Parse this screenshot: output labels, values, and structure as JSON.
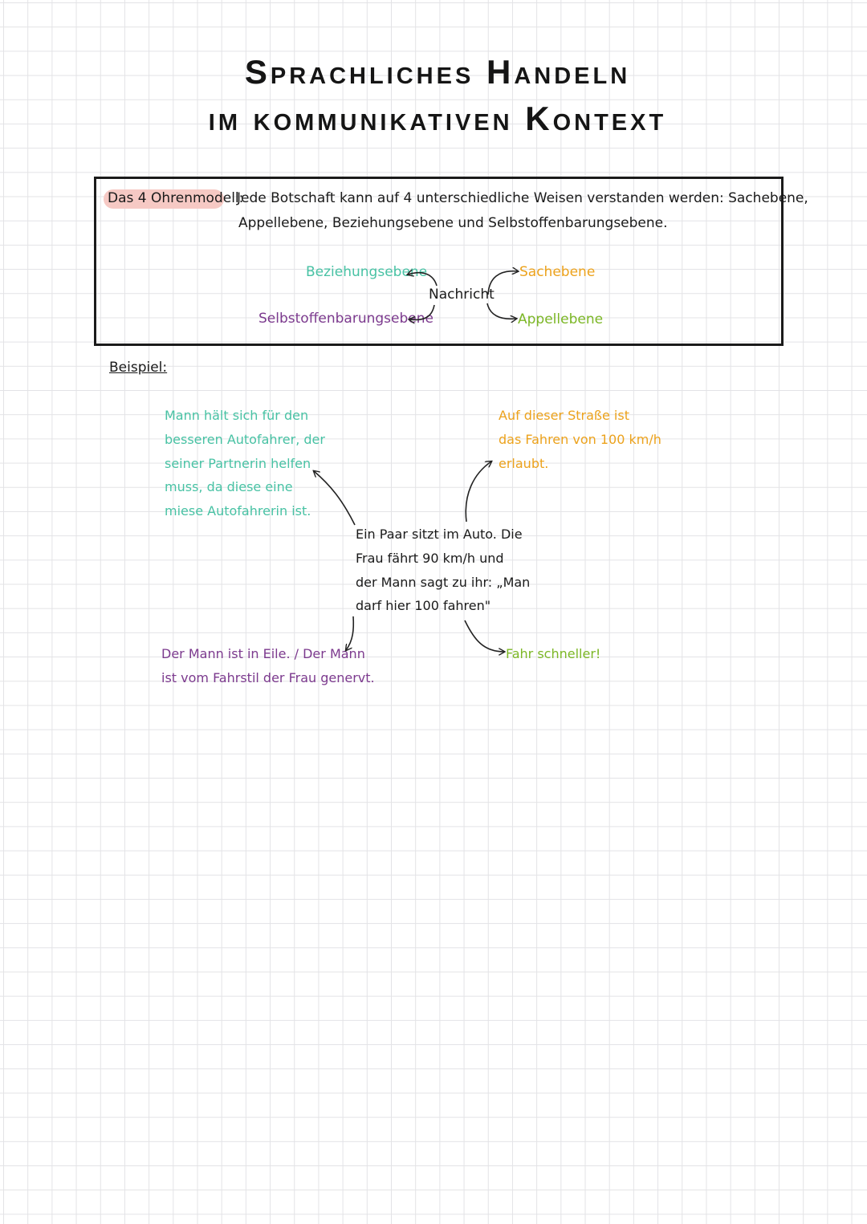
{
  "title": {
    "line1": "Sprachliches Handeln",
    "line2": "im kommunikativen Kontext"
  },
  "definition": {
    "label": "Das 4 Ohrenmodell:",
    "line1": "Jede Botschaft kann auf 4 unterschiedliche Weisen verstanden werden: Sachebene,",
    "line2": "Appellebene, Beziehungsebene und Selbstoffenbarungsebene."
  },
  "model": {
    "center": "Nachricht",
    "beziehung": "Beziehungsebene",
    "selbst": "Selbstoffenbarungsebene",
    "sache": "Sachebene",
    "appell": "Appellebene"
  },
  "example": {
    "label": "Beispiel:",
    "center": [
      "Ein Paar sitzt im Auto. Die",
      "Frau fährt 90 km/h und",
      "der Mann sagt zu ihr: „Man",
      "darf hier 100 fahren\""
    ],
    "beziehung": [
      "Mann hält sich für den",
      "besseren Autofahrer, der",
      "seiner Partnerin helfen",
      "muss, da diese eine",
      "miese Autofahrerin ist."
    ],
    "sache": [
      "Auf dieser Straße ist",
      "das Fahren von 100 km/h",
      "erlaubt."
    ],
    "selbst": [
      "Der Mann ist in Eile. / Der Mann",
      "ist vom Fahrstil der Frau genervt."
    ],
    "appell": "Fahr schneller!"
  },
  "colors": {
    "beziehung": "#48c2a4",
    "sache": "#eca21c",
    "appell": "#7cb726",
    "selbst": "#7c3a8e",
    "highlight": "#f6c9c4"
  }
}
